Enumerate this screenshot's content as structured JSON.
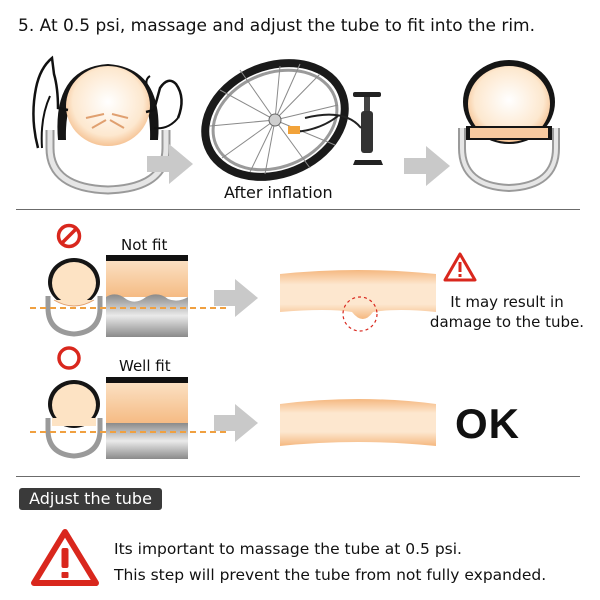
{
  "header": {
    "title": "5. At 0.5 psi, massage and adjust the tube to fit into the rim."
  },
  "step_row": {
    "caption": "After inflation"
  },
  "comparison": {
    "not_fit": {
      "label": "Not fit",
      "result": "It may result in damage to the tube."
    },
    "well_fit": {
      "label": "Well fit",
      "result": "OK"
    }
  },
  "footer": {
    "badge": "Adjust the tube",
    "notes": [
      "Its important to massage the tube at 0.5 psi.",
      "This step will prevent the tube from not fully expanded."
    ]
  },
  "colors": {
    "tube_fill": "#fde3c4",
    "tube_edge": "#f2b47c",
    "rim": "#b5b5b5",
    "arrow": "#c9c9c9",
    "warning": "#d9271d",
    "dash": "#f0a040"
  },
  "icons": [
    "hands-icon",
    "wheel-icon",
    "pump-icon",
    "arrow-right-icon",
    "prohibited-icon",
    "circle-ok-icon",
    "warning-icon"
  ]
}
